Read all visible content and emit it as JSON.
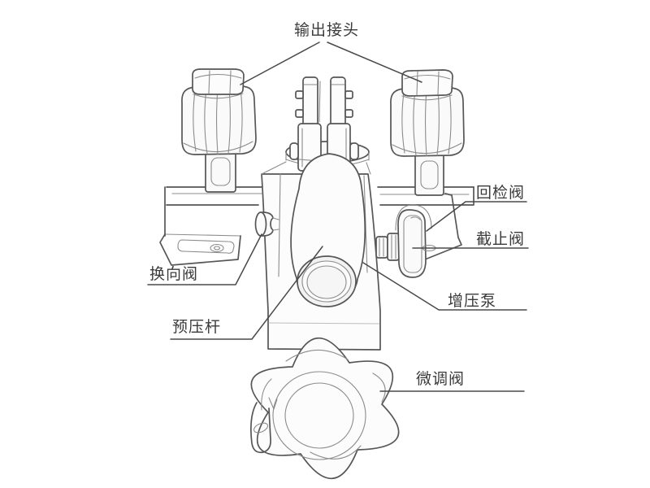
{
  "figure": {
    "background": "#ffffff",
    "stroke_color": "#565656",
    "leader_color": "#4a4a4a",
    "text_color": "#3b3b3b",
    "labels": {
      "output_connector": "输出接头",
      "return_check_valve": "回检阀",
      "shutoff_valve": "截止阀",
      "booster_pump": "增压泵",
      "reversing_valve": "换向阀",
      "preload_rod": "预压杆",
      "fine_adjustment_valve": "微调阀"
    }
  }
}
